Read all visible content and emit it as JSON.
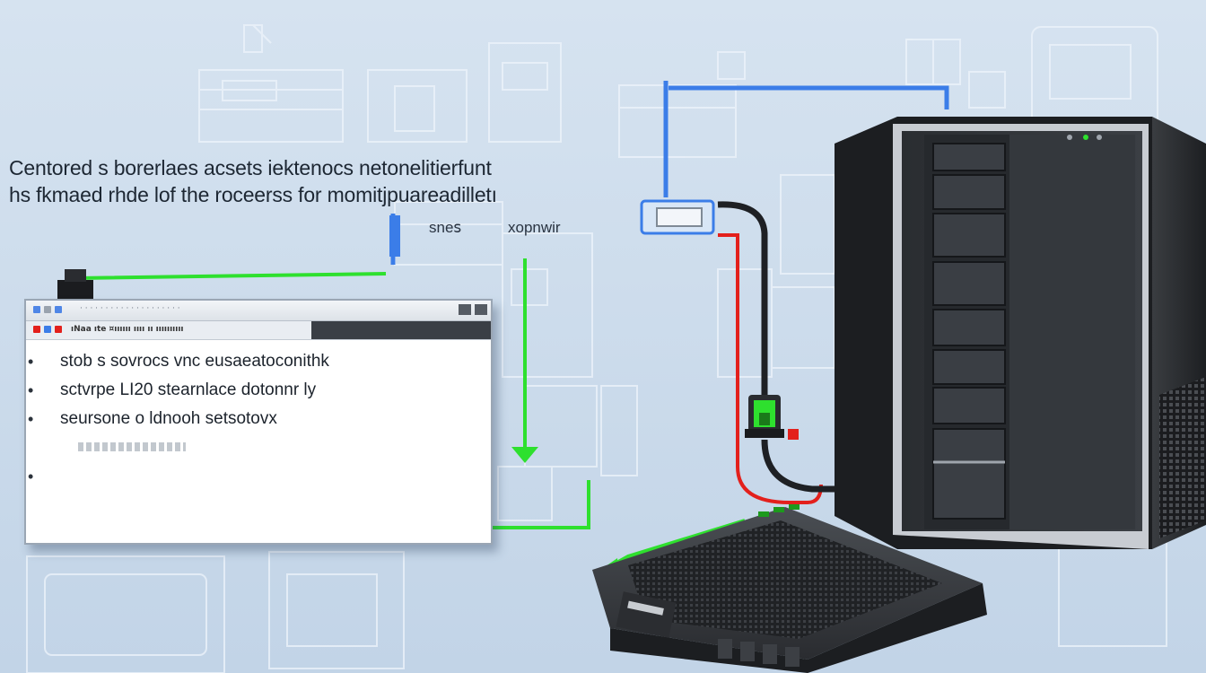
{
  "headline": {
    "line1": "Centored s borerlaes acsets iektenocs netonelitierfunt",
    "line2": "hs fkmaed rhde lof the roceerss for momitjpuareadilletı"
  },
  "labels": {
    "left": "sneꜱ",
    "right": "xopnwir"
  },
  "window": {
    "titlebar_text": "· · · · · · · · · · · · · · · · · · · ·",
    "toolbar_text": "ıNaa ıte   ¤ıııııı ıııı ıı  ıııııııııı",
    "bullets": [
      "stob  s sovrocs vnc eusaeatoconithk",
      "sctvrpe LI20 stearnlace dotonnr  ly",
      "seursone o ldnooh setsotovx",
      ""
    ]
  },
  "colors": {
    "background": "#c9d9ea",
    "accent_green": "#2ee02e",
    "accent_red": "#e3201c",
    "accent_blue": "#3b7de8",
    "server_dark": "#2f3236"
  },
  "icons": [
    "server-tower-icon",
    "network-switch-icon",
    "plug-connector-icon",
    "cable-icon"
  ]
}
